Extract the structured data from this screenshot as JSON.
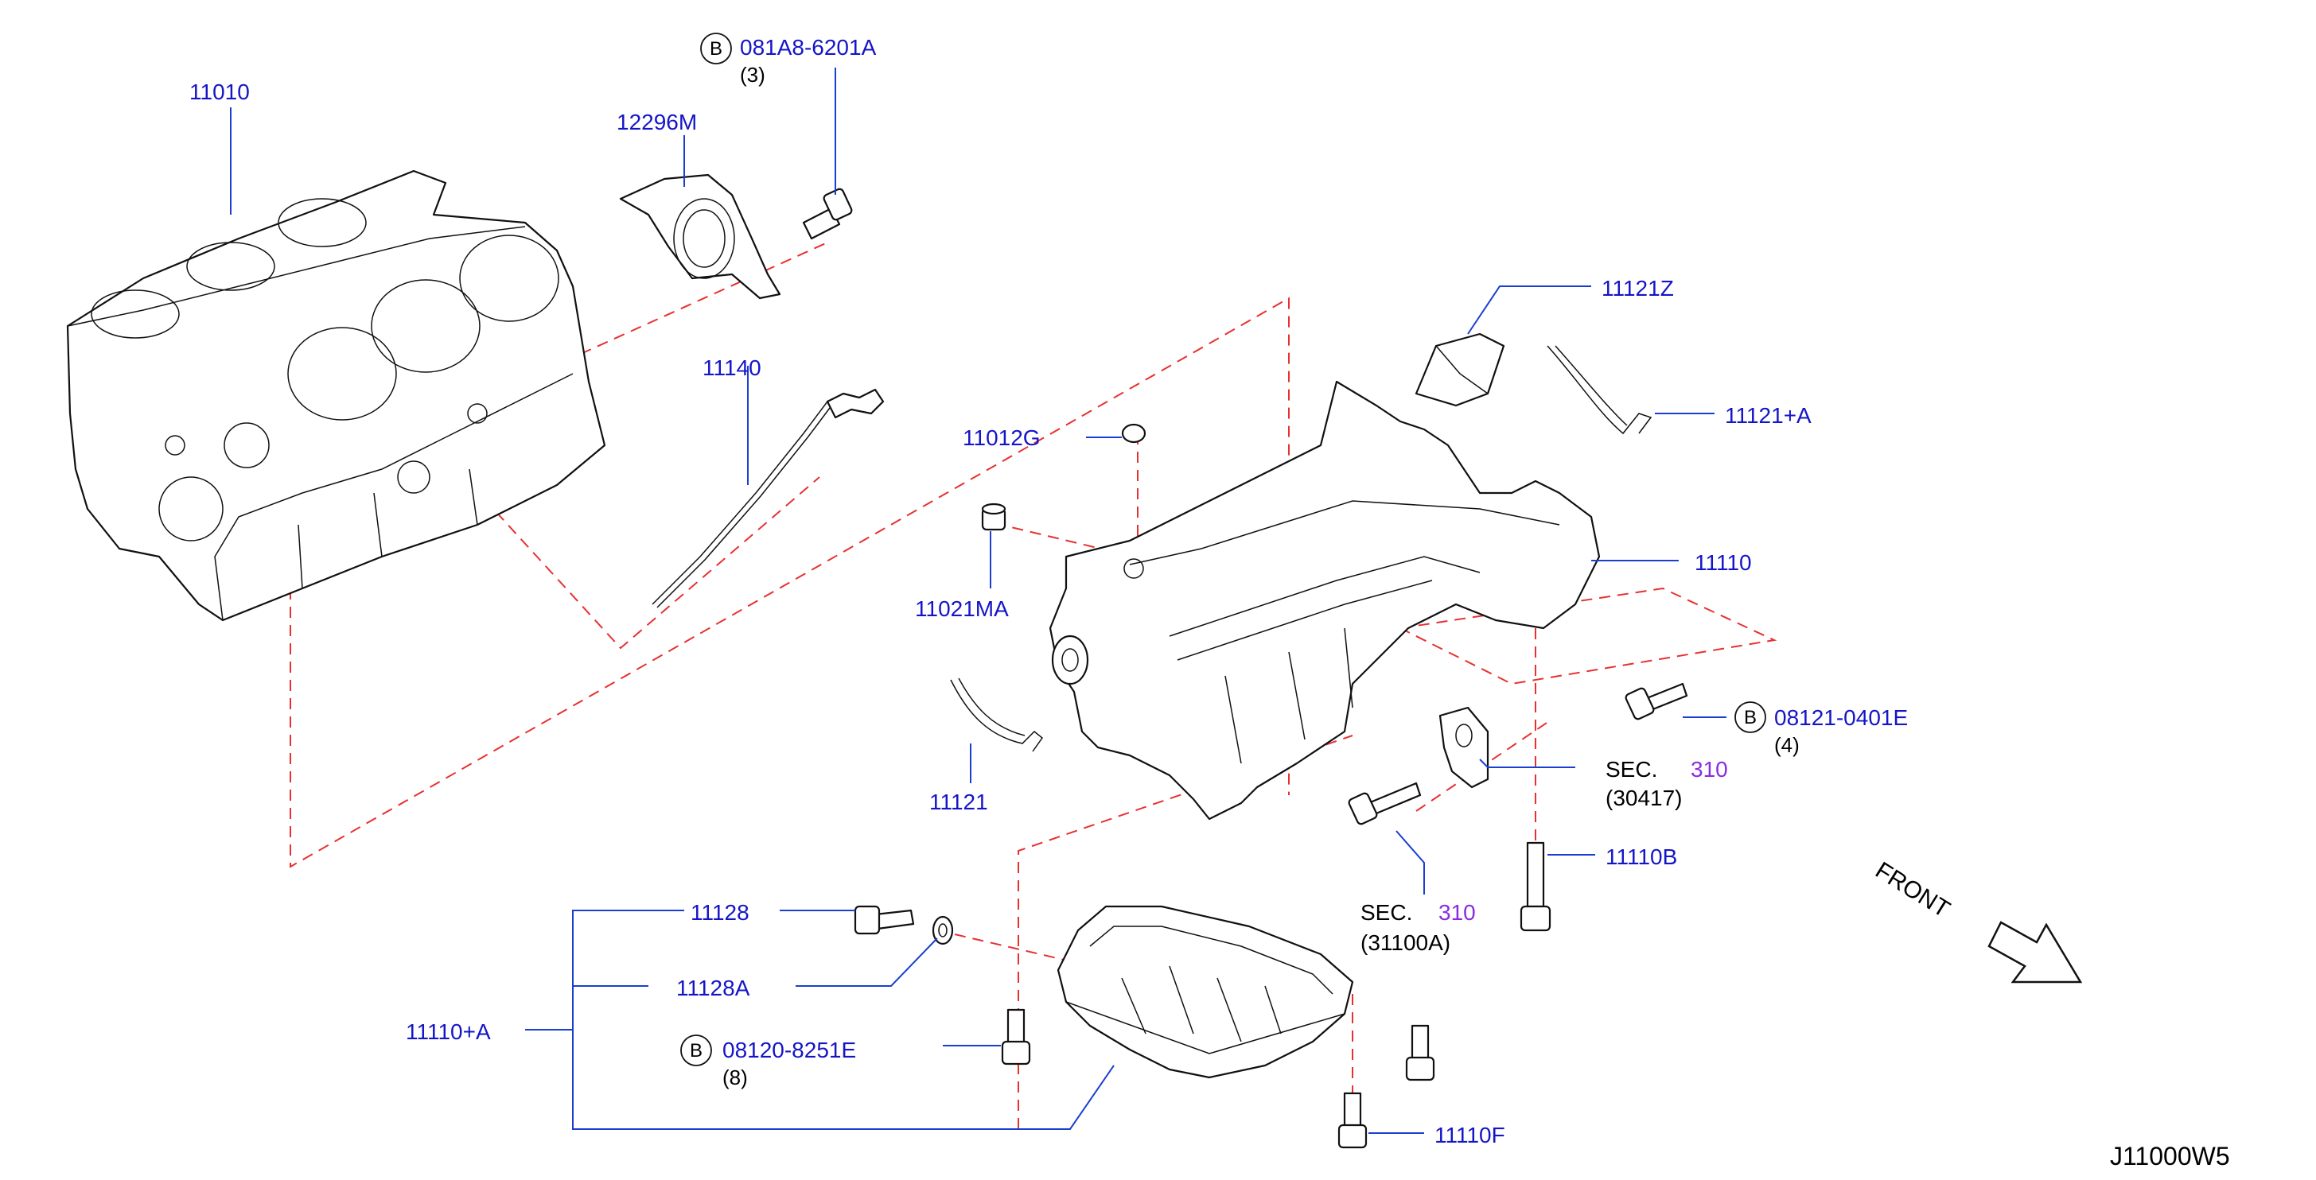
{
  "diagram_code": "J11000W5",
  "front_label": "FRONT",
  "bolt_marker": "B",
  "parts": {
    "p11010": "11010",
    "p12296M": "12296M",
    "p081A8": "081A8-6201A",
    "q081A8": "(3)",
    "p11140": "11140",
    "p11012G": "11012G",
    "p11021MA": "11021MA",
    "p11121Z": "11121Z",
    "p11121A": "11121+A",
    "p11110": "11110",
    "p11121": "11121",
    "p08121": "08121-0401E",
    "q08121": "(4)",
    "p11110B": "11110B",
    "p11128": "11128",
    "p11128A": "11128A",
    "p11110A": "11110+A",
    "p08120": "08120-8251E",
    "q08120": "(8)",
    "p11110F": "11110F"
  },
  "sections": {
    "sec1_prefix": "SEC.",
    "sec1_num": "310",
    "sec1_sub": "(30417)",
    "sec2_prefix": "SEC.",
    "sec2_num": "310",
    "sec2_sub": "(31100A)"
  },
  "colors": {
    "part_label": "#1515c8",
    "leader": "#1a3fd0",
    "phantom": "#e83030",
    "section_number": "#8a2be2"
  }
}
